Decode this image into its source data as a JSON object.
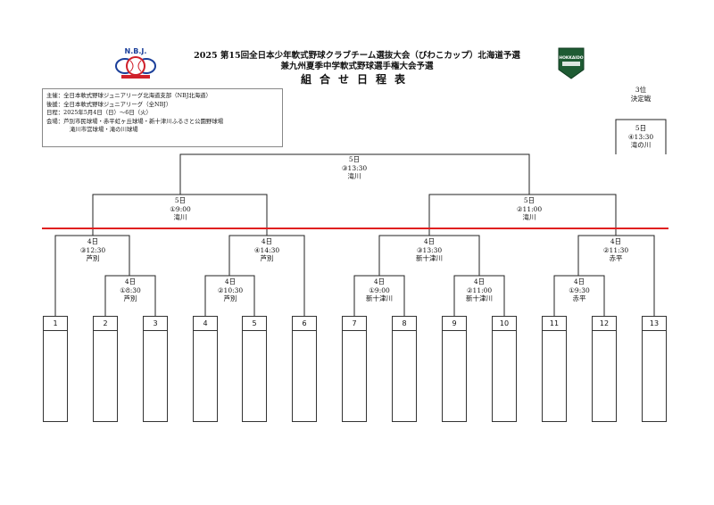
{
  "header": {
    "title_line1": "2025 第15回全日本少年軟式野球クラブチーム選抜大会（びわこカップ）北海道予選",
    "title_line2": "兼九州夏季中学軟式野球選手権大会予選",
    "title_line3": "組合せ日程表"
  },
  "logos": {
    "left_text": "N.B.J.",
    "right_text": "HOKKAIDO"
  },
  "info": {
    "organizer": "主催：全日本軟式野球ジュニアリーグ北海道支部（NBJ北海道）",
    "sponsor": "後援：全日本軟式野球ジュニアリーグ（全NBJ）",
    "dates": "日程：2025年5月4日（日）～6日（火）",
    "venues_1": "会場：芦別市民球場・赤平虹ヶ丘球場・新十津川ふるさと公園野球場",
    "venues_2": "滝川市営球場・滝の川球場"
  },
  "third_place": {
    "heading1": "3位",
    "heading2": "決定戦",
    "day": "5日",
    "time": "④13:30",
    "venue": "滝の川"
  },
  "final": {
    "day": "5日",
    "time": "③13:30",
    "venue": "滝川"
  },
  "semis": [
    {
      "day": "5日",
      "time": "①9:00",
      "venue": "滝川"
    },
    {
      "day": "5日",
      "time": "②11:00",
      "venue": "滝川"
    }
  ],
  "quarters": [
    {
      "day": "4日",
      "time": "③12:30",
      "venue": "芦別"
    },
    {
      "day": "4日",
      "time": "④14:30",
      "venue": "芦別"
    },
    {
      "day": "4日",
      "time": "③13:30",
      "venue": "新十津川"
    },
    {
      "day": "4日",
      "time": "②11:30",
      "venue": "赤平"
    }
  ],
  "first_round": [
    {
      "day": "4日",
      "time": "①8:30",
      "venue": "芦別"
    },
    {
      "day": "4日",
      "time": "②10:30",
      "venue": "芦別"
    },
    {
      "day": "4日",
      "time": "①9:00",
      "venue": "新十津川"
    },
    {
      "day": "4日",
      "time": "②11:00",
      "venue": "新十津川"
    },
    {
      "day": "4日",
      "time": "①9:30",
      "venue": "赤平"
    }
  ],
  "teams": [
    "1",
    "2",
    "3",
    "4",
    "5",
    "6",
    "7",
    "8",
    "9",
    "10",
    "11",
    "12",
    "13"
  ],
  "colors": {
    "bracket_line": "#222222",
    "divider": "#e02020",
    "logo_blue": "#1b3f9a",
    "logo_red": "#d0202a",
    "logo_green": "#1e5b33"
  }
}
